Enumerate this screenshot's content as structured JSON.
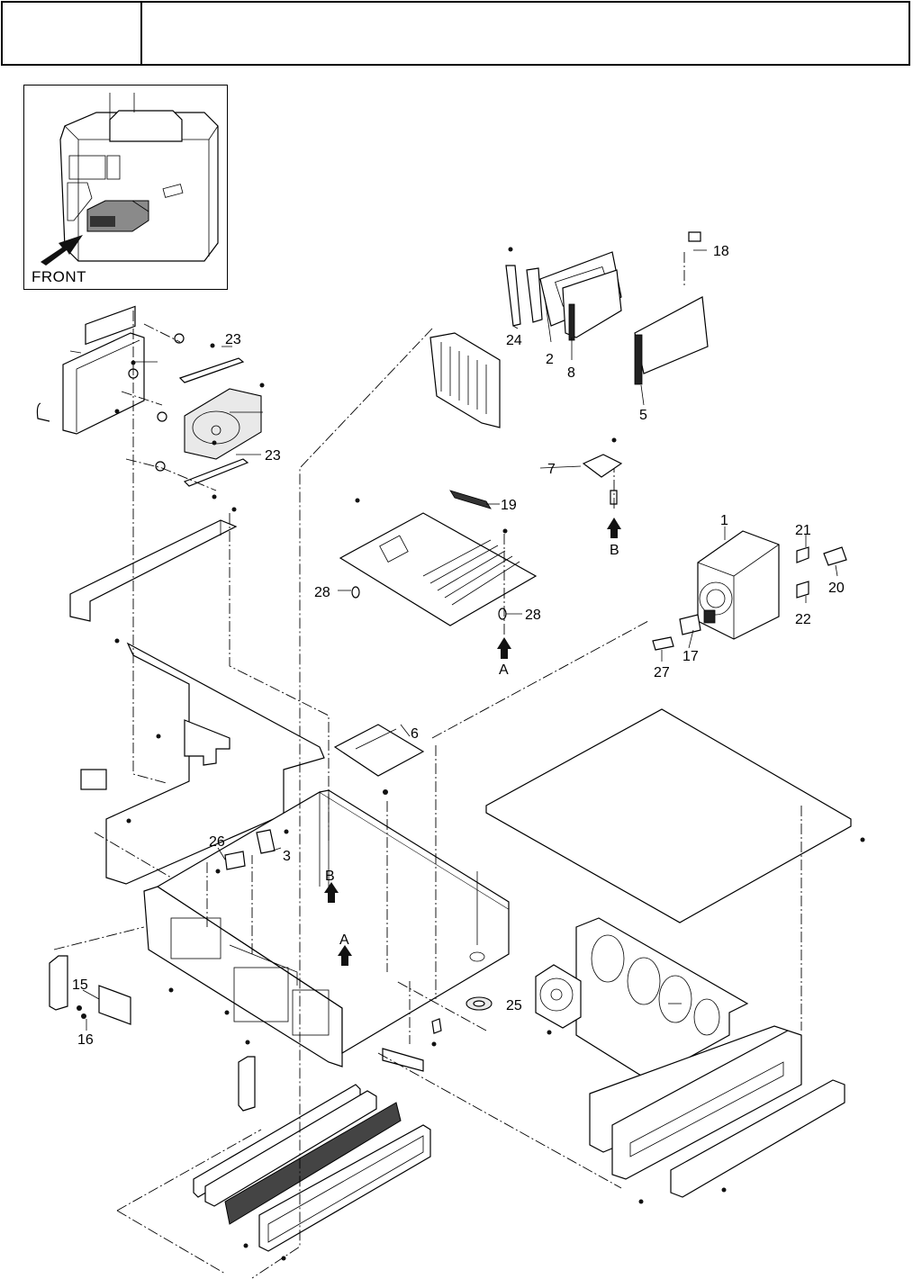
{
  "inset": {
    "caption": "FRONT",
    "colors": {
      "highlight": "#8a8a8a",
      "outline": "#000000"
    }
  },
  "callouts": {
    "c1": "1",
    "c2": "2",
    "c3": "3",
    "c5": "5",
    "c6": "6",
    "c7": "7",
    "c8": "8",
    "c15": "15",
    "c16": "16",
    "c17": "17",
    "c18": "18",
    "c19": "19",
    "c20": "20",
    "c21": "21",
    "c22": "22",
    "c23a": "23",
    "c23b": "23",
    "c24": "24",
    "c25": "25",
    "c26": "26",
    "c27": "27",
    "c28a": "28",
    "c28b": "28"
  },
  "view_markers": {
    "a_top": "A",
    "b_top": "B",
    "a_bottom": "A",
    "b_bottom": "B"
  }
}
